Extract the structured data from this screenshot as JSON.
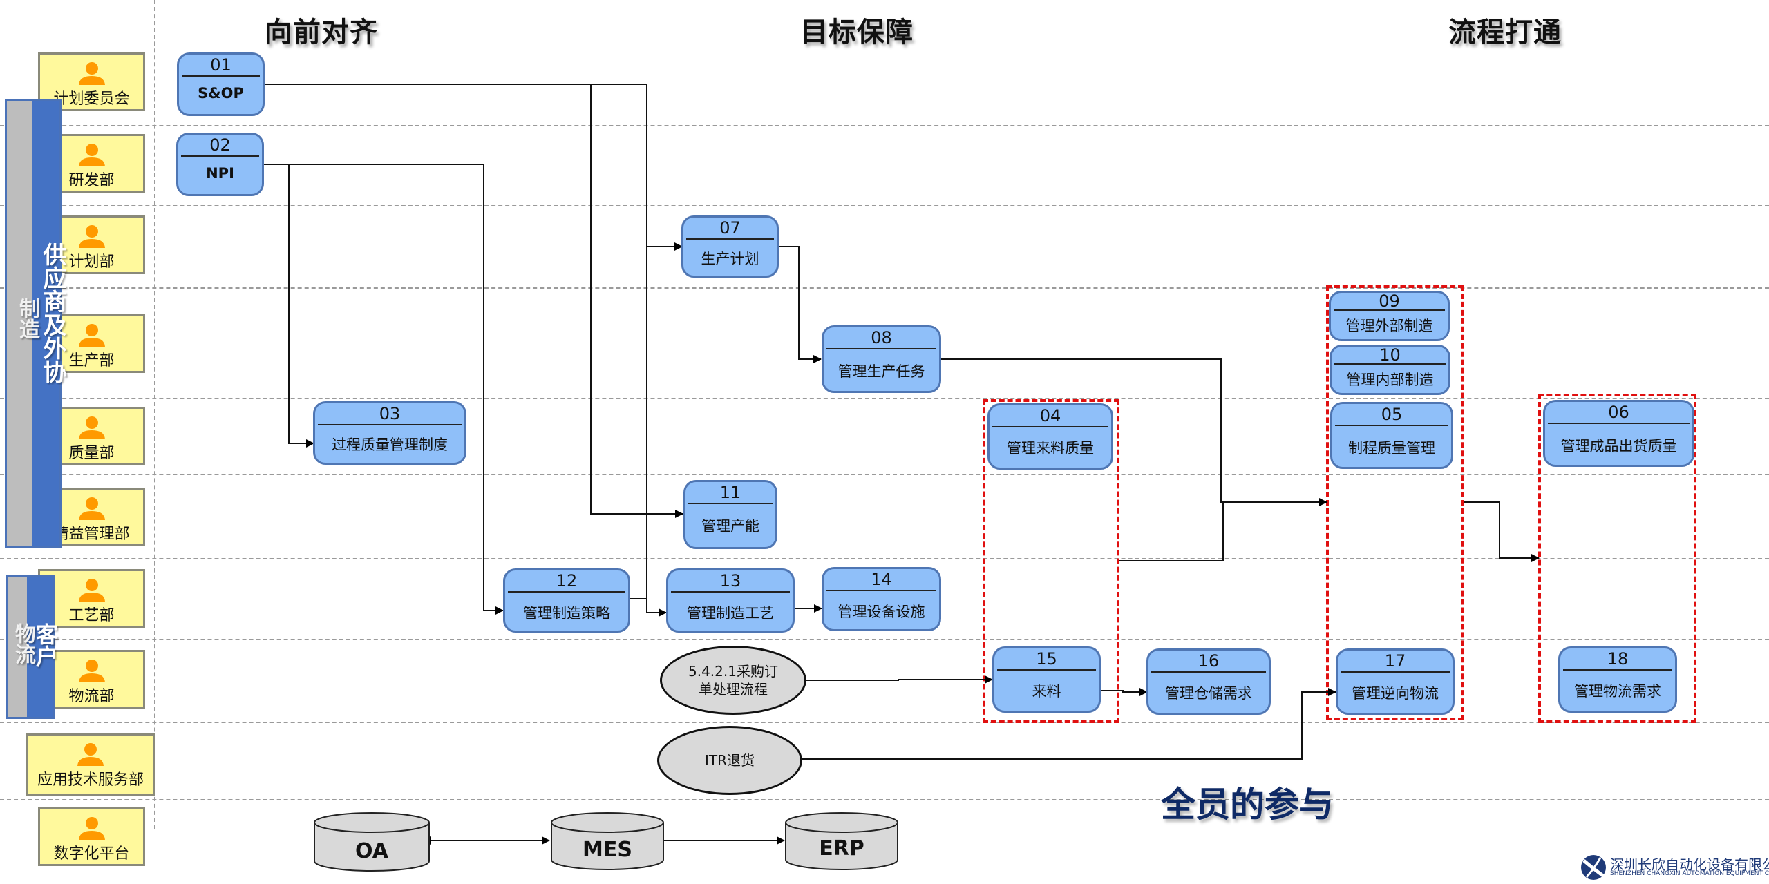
{
  "headings": {
    "left": "向前对齐",
    "middle": "目标保障",
    "right": "流程打通"
  },
  "groups": {
    "manufacturing": {
      "gray_label": "制造",
      "blue_label": "供应商及外协"
    },
    "logistics": {
      "gray_label": "物流",
      "blue_label": "客户"
    }
  },
  "departments": [
    {
      "label": "计划委员会",
      "icon": "person-icon"
    },
    {
      "label": "研发部",
      "icon": "person-icon"
    },
    {
      "label": "计划部",
      "icon": "person-icon"
    },
    {
      "label": "生产部",
      "icon": "person-icon"
    },
    {
      "label": "质量部",
      "icon": "person-icon"
    },
    {
      "label": "精益管理部",
      "icon": "person-icon"
    },
    {
      "label": "工艺部",
      "icon": "person-icon"
    },
    {
      "label": "物流部",
      "icon": "person-icon"
    },
    {
      "label": "应用技术服务部",
      "icon": "person-icon"
    },
    {
      "label": "数字化平台",
      "icon": "person-icon"
    }
  ],
  "nodes": {
    "n01": {
      "num": "01",
      "label": "S&OP"
    },
    "n02": {
      "num": "02",
      "label": "NPI"
    },
    "n03": {
      "num": "03",
      "label": "过程质量管理制度"
    },
    "n04": {
      "num": "04",
      "label": "管理来料质量"
    },
    "n05": {
      "num": "05",
      "label": "制程质量管理"
    },
    "n06": {
      "num": "06",
      "label": "管理成品出货质量"
    },
    "n07": {
      "num": "07",
      "label": "生产计划"
    },
    "n08": {
      "num": "08",
      "label": "管理生产任务"
    },
    "n09": {
      "num": "09",
      "label": "管理外部制造"
    },
    "n10": {
      "num": "10",
      "label": "管理内部制造"
    },
    "n11": {
      "num": "11",
      "label": "管理产能"
    },
    "n12": {
      "num": "12",
      "label": "管理制造策略"
    },
    "n13": {
      "num": "13",
      "label": "管理制造工艺"
    },
    "n14": {
      "num": "14",
      "label": "管理设备设施"
    },
    "n15": {
      "num": "15",
      "label": "来料"
    },
    "n16": {
      "num": "16",
      "label": "管理仓储需求"
    },
    "n17": {
      "num": "17",
      "label": "管理逆向物流"
    },
    "n18": {
      "num": "18",
      "label": "管理物流需求"
    }
  },
  "external_processes": {
    "purchase": "5.4.2.1采购订单处理流程",
    "itr": "ITR退货"
  },
  "systems": [
    "OA",
    "MES",
    "ERP"
  ],
  "slogan": "全员的参与",
  "company": {
    "name_cn": "深圳长欣自动化设备有限公司",
    "name_en": "SHENZHEN CHANGXIN AUTOMATION EQUIPMENT CO., LTD"
  },
  "colors": {
    "node_fill": "#8fbff9",
    "node_border": "#4f76b3",
    "dept_fill": "#fff99c",
    "group_blue": "#4472c4",
    "group_gray": "#bdbdbd",
    "highlight_red": "#e01010",
    "person_orange": "#ff9a00",
    "slogan_navy": "#0f2a66"
  }
}
